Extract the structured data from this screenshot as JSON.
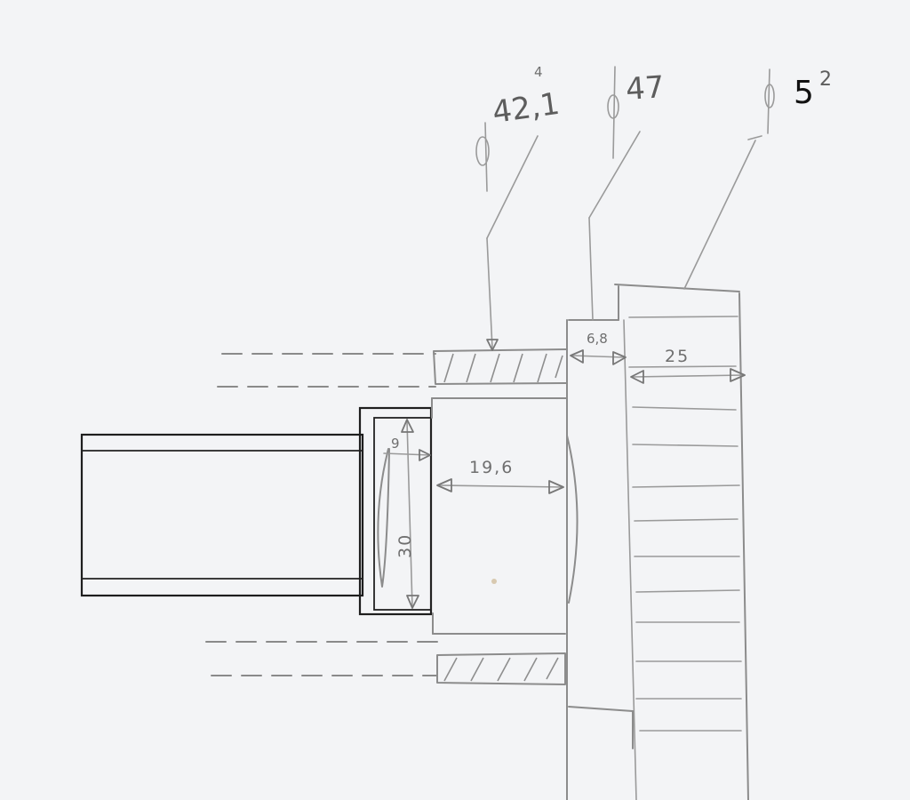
{
  "callouts": {
    "d1": {
      "symbol": "ϕ",
      "value": "42,1",
      "superscript": "4"
    },
    "d2": {
      "symbol": "ϕ",
      "value": "47"
    },
    "d3": {
      "symbol": "ϕ",
      "value": "5",
      "superscript": "2"
    }
  },
  "dimensions": {
    "gap": "6,8",
    "width_right": "25",
    "inner_width": "19,6",
    "small_width": "9",
    "height": "30"
  }
}
